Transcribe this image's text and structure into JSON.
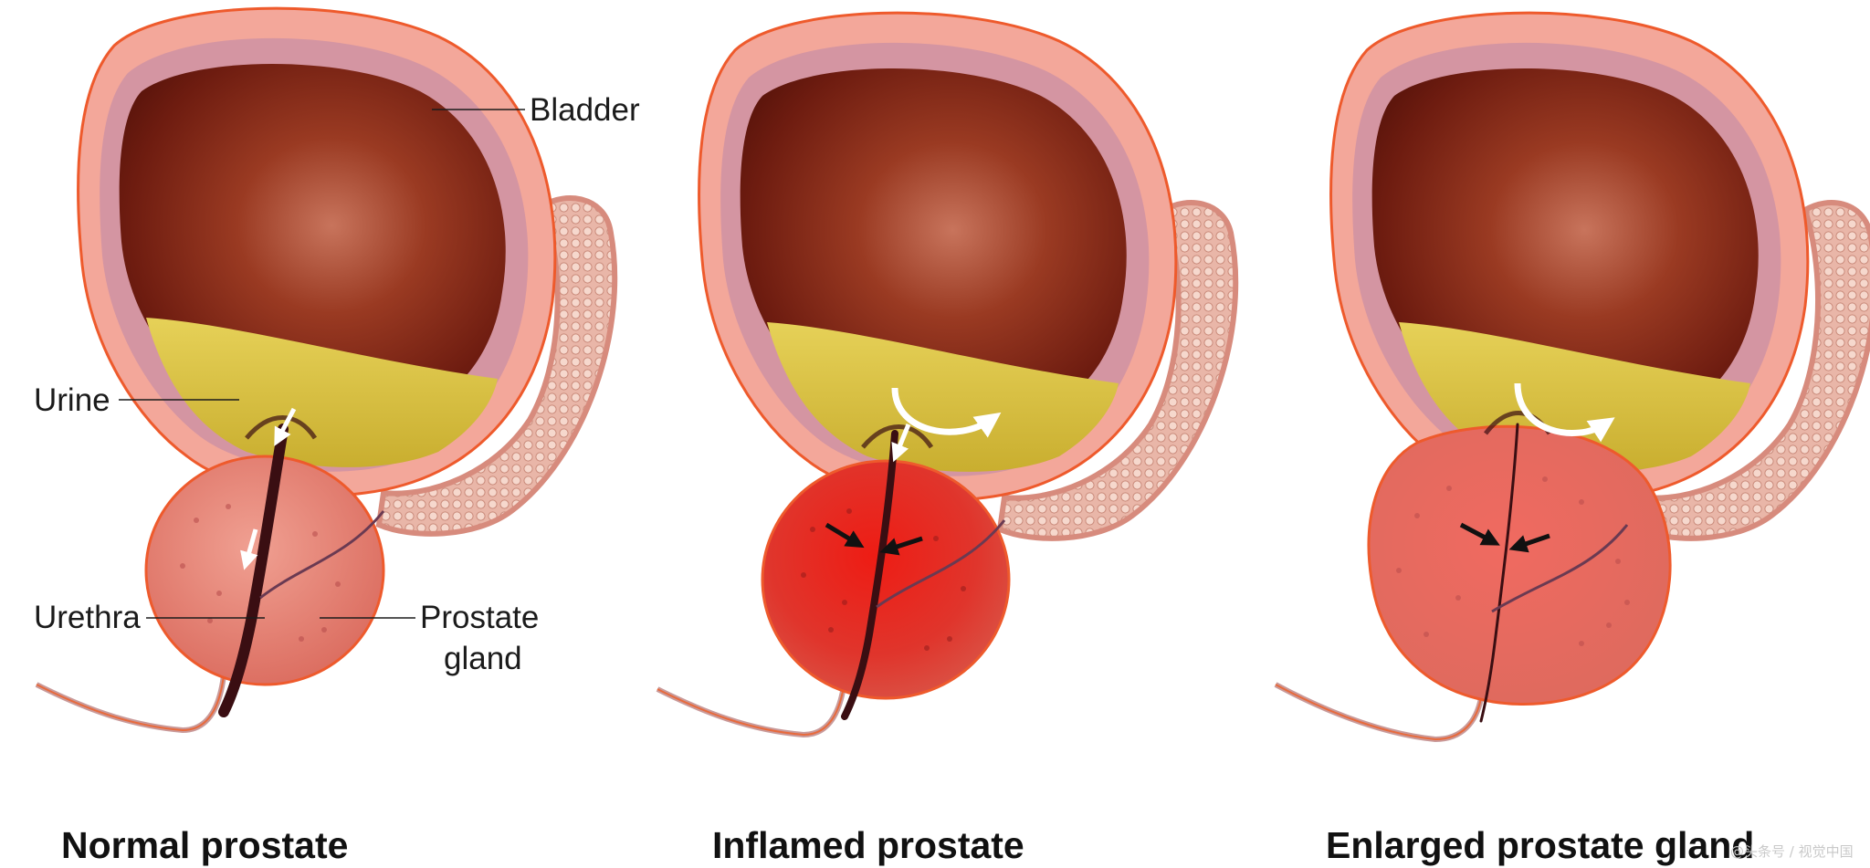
{
  "panels": [
    {
      "title": "Normal prostate"
    },
    {
      "title": "Inflamed prostate"
    },
    {
      "title": "Enlarged prostate gland"
    }
  ],
  "labels": {
    "bladder": "Bladder",
    "urine": "Urine",
    "urethra": "Urethra",
    "prostate_line1": "Prostate",
    "prostate_line2": "gland"
  },
  "watermark": "@头条号 / 视觉中国",
  "colors": {
    "bladder_wall": "#f3a79a",
    "bladder_outline": "#ee5a2c",
    "bladder_cavity": "#6a1c10",
    "urine": "#d9c341",
    "normal_prostate": "#e88a7a",
    "inflamed_prostate": "#e0302a",
    "enlarged_prostate": "#e9716a",
    "seminal_vesicle": "#e8b2a4",
    "urethra": "#3a0e12"
  },
  "icons": [
    "flow-arrow-icon",
    "compression-arrow-icon",
    "curved-flow-arrow-icon"
  ]
}
